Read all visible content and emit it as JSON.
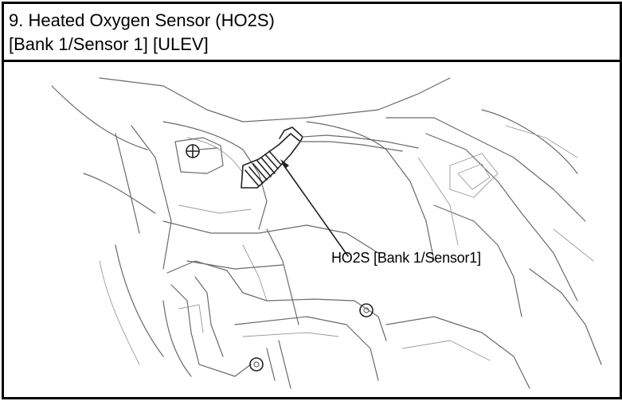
{
  "title": {
    "line1": "9. Heated Oxygen Sensor (HO2S)",
    "line2": "[Bank 1/Sensor 1] [ULEV]"
  },
  "diagram": {
    "callout_label": "HO2S [Bank 1/Sensor1]"
  }
}
